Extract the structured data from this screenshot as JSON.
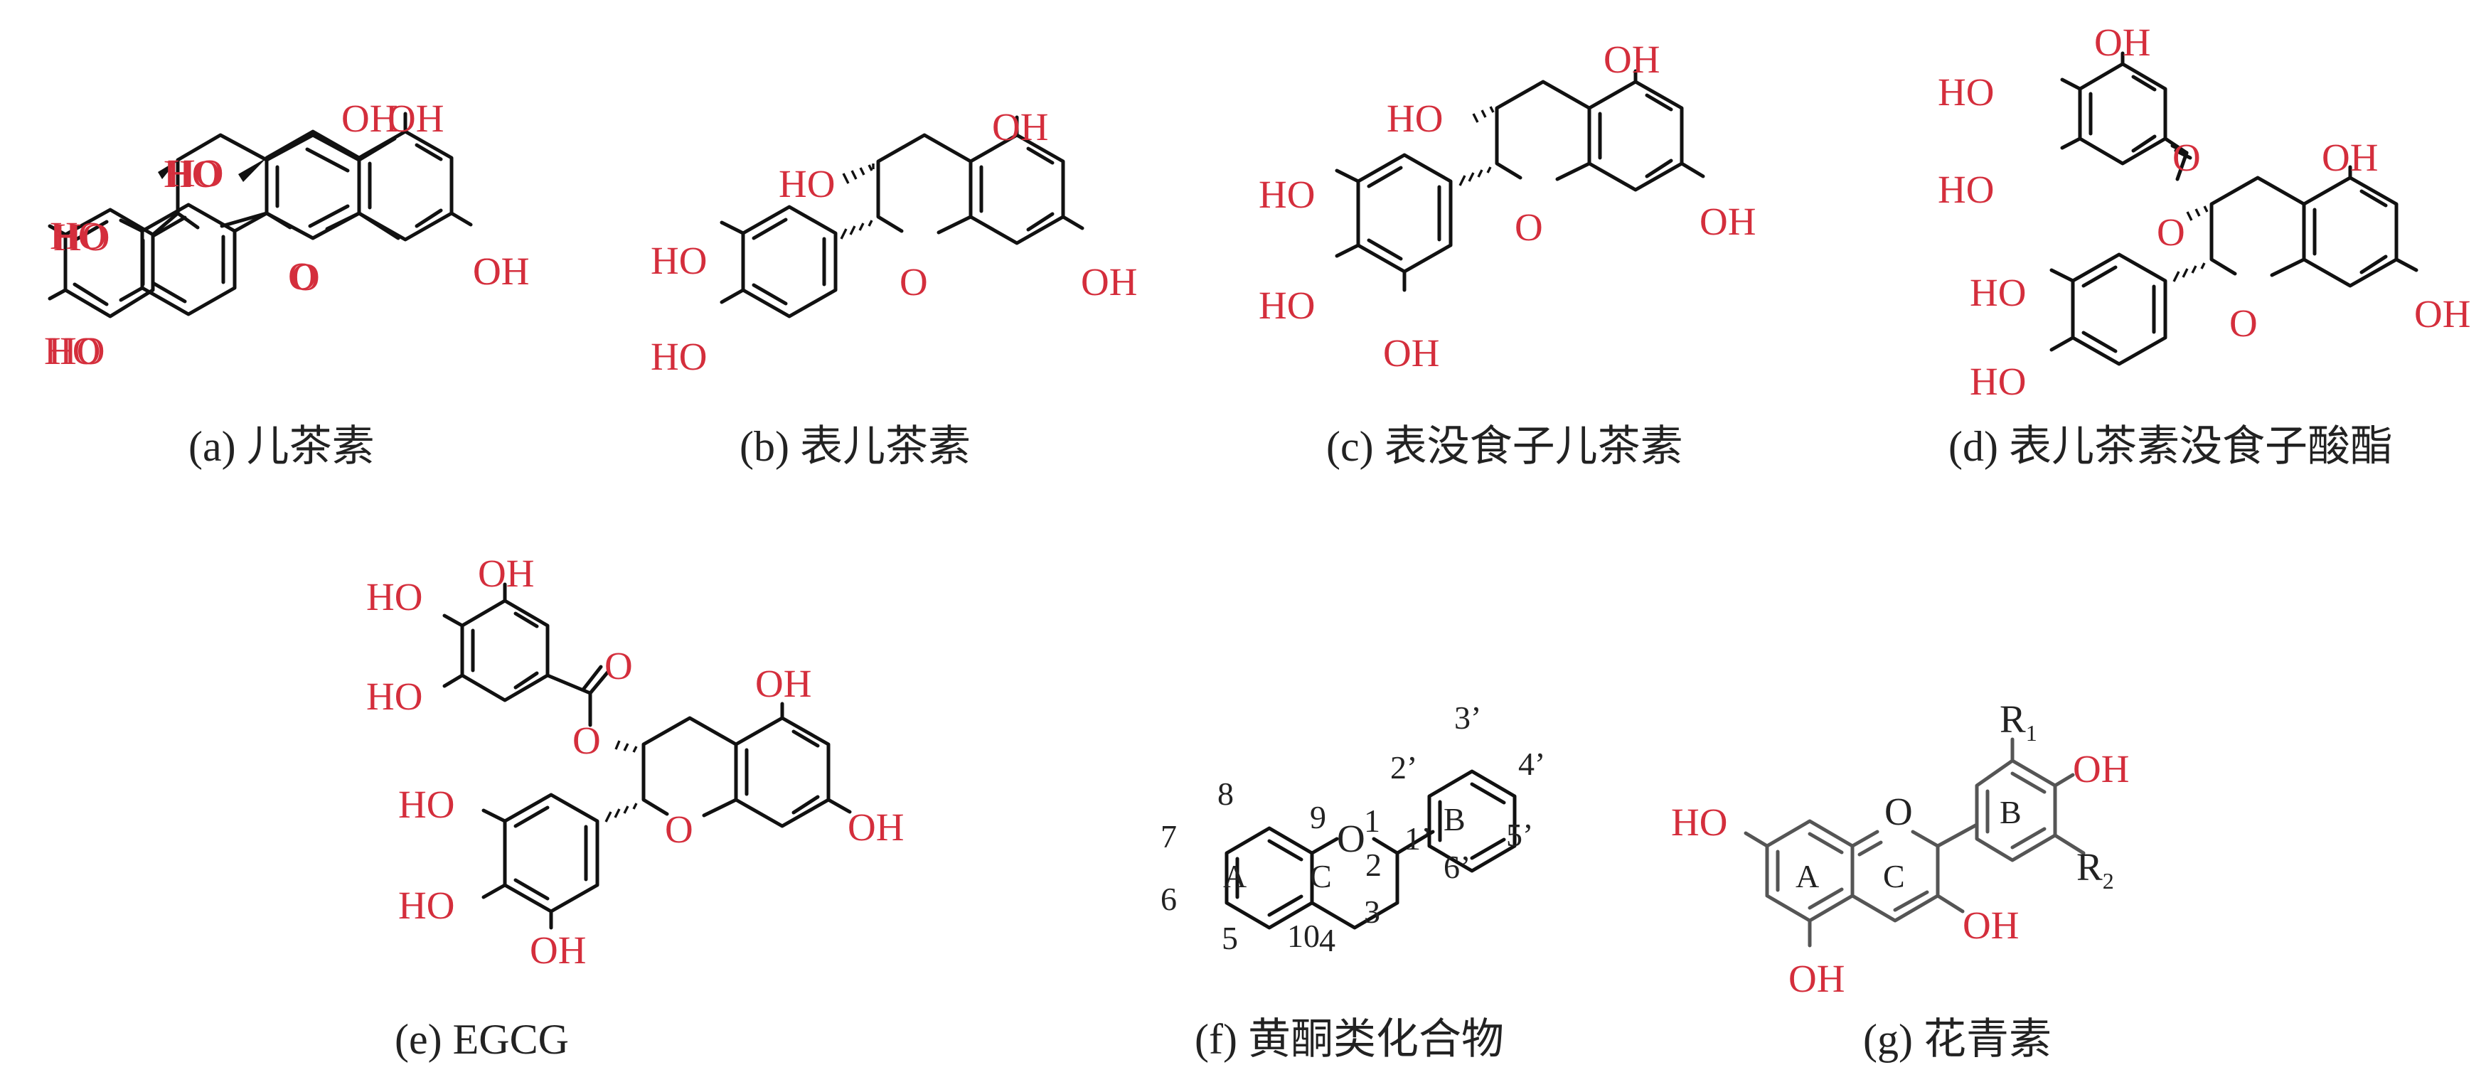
{
  "panels": [
    {
      "caption": "(a) 儿茶素"
    },
    {
      "caption": "(b) 表儿茶素"
    },
    {
      "caption": "(c) 表没食子儿茶素"
    },
    {
      "caption": "(d) 表儿茶素没食子酸酯"
    },
    {
      "caption": "(e) EGCG"
    },
    {
      "caption": "(f) 黄酮类化合物"
    },
    {
      "caption": "(g) 花青素"
    }
  ],
  "atoms": {
    "oh": "OH",
    "ho": "HO",
    "o": "O",
    "r1": "R",
    "r1_sub": "1",
    "r2": "R",
    "r2_sub": "2"
  },
  "ring_labels": {
    "a": "A",
    "b": "B",
    "c": "C"
  },
  "numbering": [
    "1",
    "2",
    "3",
    "4",
    "5",
    "6",
    "7",
    "8",
    "9",
    "10",
    "1’",
    "2’",
    "3’",
    "4’",
    "5’",
    "6’"
  ],
  "colors": {
    "heteroatom": "#d42e3c",
    "bond": "#111111",
    "flavone_bond": "#555555",
    "text": "#222222"
  }
}
